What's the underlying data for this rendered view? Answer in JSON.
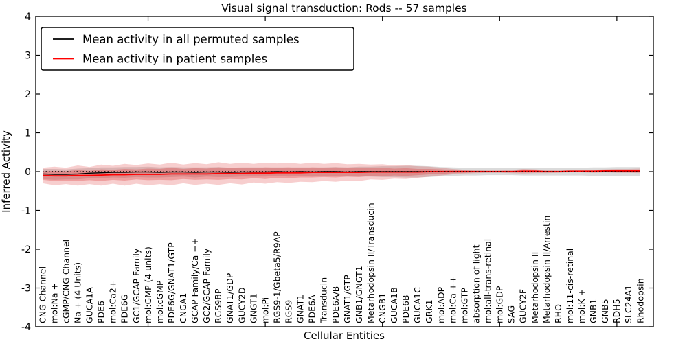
{
  "chart_data": {
    "type": "line",
    "title": "Visual signal transduction: Rods -- 57 samples",
    "xlabel": "Cellular Entities",
    "ylabel": "Inferred Activity",
    "ylim": [
      -4,
      4
    ],
    "yticks": [
      4,
      3,
      2,
      1,
      0,
      -1,
      -2,
      -3,
      -4
    ],
    "xtick_positions": [
      10,
      20,
      30,
      40,
      50
    ],
    "grid": false,
    "legend": {
      "position": "upper left",
      "items": [
        {
          "label": "Mean activity in all permuted samples",
          "color": "#000000"
        },
        {
          "label": "Mean activity in patient samples",
          "color": "#ff0000"
        }
      ]
    },
    "categories": [
      "CNG Channel",
      "mol:Na +",
      "cGMP/CNG Channel",
      "Na + (4 Units)",
      "GUCA1A",
      "PDE6",
      "mol:Ca2+",
      "PDE6G",
      "GC1/GCAP Family",
      "mol:GMP (4 units)",
      "mol:cGMP",
      "PDE6G/GNAT1/GTP",
      "CNGA1",
      "GCAP Family/Ca ++",
      "GC2/GCAP Family",
      "RGS9BP",
      "GNAT1/GDP",
      "GUCY2D",
      "GNGT1",
      "mol:Pi",
      "RGS9-1/Gbeta5/R9AP",
      "RGS9",
      "GNAT1",
      "PDE6A",
      "Transducin",
      "PDE6A/B",
      "GNAT1/GTP",
      "GNB1/GNGT1",
      "Metarhodopsin II/Transducin",
      "CNGB1",
      "GUCA1B",
      "PDE6B",
      "GUCA1C",
      "GRK1",
      "mol:ADP",
      "mol:Ca ++",
      "mol:GTP",
      "absorption of light",
      "mol:all-trans-retinal",
      "mol:GDP",
      "SAG",
      "GUCY2F",
      "Metarhodopsin II",
      "Metarhodopsin II/Arrestin",
      "RHO",
      "mol:11-cis-retinal",
      "mol:K +",
      "GNB1",
      "GNB5",
      "RDH5",
      "SLC24A1",
      "Rhodopsin"
    ],
    "series": [
      {
        "name": "Mean activity in all permuted samples",
        "color": "#000000",
        "style": "solid",
        "width": 1.4,
        "values": [
          -0.06,
          -0.07,
          -0.07,
          -0.06,
          -0.04,
          -0.03,
          -0.02,
          -0.02,
          -0.01,
          -0.01,
          -0.02,
          -0.01,
          -0.01,
          -0.02,
          -0.01,
          -0.01,
          -0.02,
          -0.01,
          -0.01,
          -0.01,
          0,
          -0.01,
          0,
          -0.01,
          0,
          0,
          -0.01,
          0,
          0,
          0,
          0,
          0,
          0,
          0,
          0,
          0,
          0,
          0,
          0,
          0,
          0,
          0,
          0,
          0,
          0,
          0,
          0,
          0,
          0,
          0,
          0,
          0
        ]
      },
      {
        "name": "Mean activity in patient samples",
        "color": "#ff0000",
        "style": "solid",
        "width": 1.8,
        "values": [
          -0.1,
          -0.11,
          -0.11,
          -0.1,
          -0.1,
          -0.09,
          -0.08,
          -0.08,
          -0.07,
          -0.07,
          -0.07,
          -0.06,
          -0.06,
          -0.06,
          -0.06,
          -0.05,
          -0.05,
          -0.05,
          -0.04,
          -0.04,
          -0.03,
          -0.03,
          -0.03,
          -0.02,
          -0.02,
          -0.02,
          -0.02,
          -0.02,
          -0.01,
          -0.01,
          -0.01,
          -0.01,
          -0.01,
          0,
          0,
          0,
          0,
          0,
          0,
          0,
          0,
          0.01,
          0.01,
          0,
          0,
          0.01,
          0.01,
          0.01,
          0.02,
          0.02,
          0.02,
          0.02
        ]
      },
      {
        "name": "Zero reference (dotted)",
        "color": "#000000",
        "style": "dotted",
        "width": 1.5,
        "constant": 0
      }
    ],
    "bands": [
      {
        "name": "permuted-samples-std-band",
        "color": "#909090",
        "opacity": 0.32,
        "center_series": 0,
        "halfwidth": [
          0.13,
          0.14,
          0.13,
          0.14,
          0.13,
          0.14,
          0.13,
          0.14,
          0.13,
          0.14,
          0.13,
          0.13,
          0.12,
          0.13,
          0.12,
          0.13,
          0.12,
          0.12,
          0.12,
          0.12,
          0.11,
          0.12,
          0.11,
          0.12,
          0.11,
          0.12,
          0.12,
          0.13,
          0.13,
          0.14,
          0.14,
          0.15,
          0.15,
          0.14,
          0.12,
          0.11,
          0.1,
          0.1,
          0.09,
          0.09,
          0.09,
          0.1,
          0.1,
          0.1,
          0.1,
          0.1,
          0.1,
          0.11,
          0.11,
          0.12,
          0.12,
          0.12
        ]
      },
      {
        "name": "patient-samples-outer-band",
        "color": "#dd3333",
        "opacity": 0.24,
        "center_series": 1,
        "halfwidth": [
          0.2,
          0.24,
          0.21,
          0.26,
          0.22,
          0.27,
          0.23,
          0.28,
          0.24,
          0.28,
          0.25,
          0.29,
          0.24,
          0.28,
          0.25,
          0.29,
          0.25,
          0.28,
          0.24,
          0.27,
          0.24,
          0.26,
          0.23,
          0.25,
          0.22,
          0.24,
          0.21,
          0.22,
          0.19,
          0.2,
          0.17,
          0.18,
          0.15,
          0.13,
          0.1,
          0.07,
          0.05,
          0.04,
          0.03,
          0.03,
          0.04,
          0.06,
          0.05,
          0.04,
          0.03,
          0.03,
          0.03,
          0.04,
          0.04,
          0.05,
          0.05,
          0.06
        ]
      },
      {
        "name": "patient-samples-inner-band",
        "color": "#dd3333",
        "opacity": 0.3,
        "center_series": 1,
        "halfwidth": [
          0.11,
          0.13,
          0.12,
          0.14,
          0.12,
          0.15,
          0.13,
          0.15,
          0.13,
          0.15,
          0.14,
          0.16,
          0.13,
          0.15,
          0.14,
          0.16,
          0.14,
          0.15,
          0.13,
          0.15,
          0.13,
          0.14,
          0.12,
          0.13,
          0.12,
          0.13,
          0.11,
          0.12,
          0.1,
          0.11,
          0.09,
          0.1,
          0.08,
          0.07,
          0.06,
          0.04,
          0.03,
          0.02,
          0.02,
          0.02,
          0.02,
          0.03,
          0.03,
          0.02,
          0.02,
          0.02,
          0.02,
          0.02,
          0.02,
          0.03,
          0.03,
          0.03
        ]
      }
    ]
  }
}
